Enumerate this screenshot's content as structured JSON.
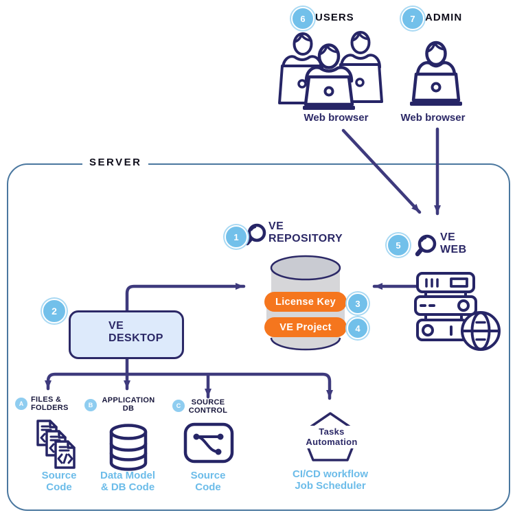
{
  "colors": {
    "navy_icon": "#262566",
    "navy_text": "#2b2866",
    "connector": "#3e3a7d",
    "badge_blue": "#72c0ea",
    "light_blue_text": "#6cbce9",
    "orange": "#f5761e",
    "cylinder_gray": "#d6d6d9",
    "desktop_fill": "#ddeafb",
    "server_border": "#4a779f",
    "heading_black": "#0e0d1a"
  },
  "actors": {
    "users": {
      "badge": "6",
      "label": "USERS",
      "caption": "Web browser"
    },
    "admin": {
      "badge": "7",
      "label": "ADMIN",
      "caption": "Web browser"
    }
  },
  "server": {
    "label": "SERVER",
    "repository": {
      "badge": "1",
      "title": "VE\nREPOSITORY"
    },
    "license_pill": {
      "badge": "3",
      "label": "License Key"
    },
    "project_pill": {
      "badge": "4",
      "label": "VE Project"
    },
    "web": {
      "badge": "5",
      "title": "VE\nWEB"
    },
    "desktop": {
      "badge": "2",
      "title": "VE\nDESKTOP"
    },
    "outputs": {
      "files": {
        "badge": "A",
        "heading": "FILES &\nFOLDERS",
        "caption": "Source\nCode"
      },
      "appdb": {
        "badge": "B",
        "heading": "APPLICATION\nDB",
        "caption": "Data Model\n& DB Code"
      },
      "scm": {
        "badge": "C",
        "heading": "SOURCE\nCONTROL",
        "caption": "Source\nCode"
      }
    },
    "automation": {
      "label": "Tasks\nAutomation",
      "caption": "CI/CD workflow\nJob Scheduler"
    }
  },
  "icons": {
    "magnifier": "magnifier-icon",
    "users_group": "users-laptops-icon",
    "admin": "admin-laptop-icon",
    "repository_db": "database-cylinder-icon",
    "web_server": "server-rack-icon",
    "globe": "globe-icon",
    "files": "source-files-icon",
    "appdb": "database-icon",
    "scm": "source-control-icon",
    "automation": "pentagon-icon"
  }
}
